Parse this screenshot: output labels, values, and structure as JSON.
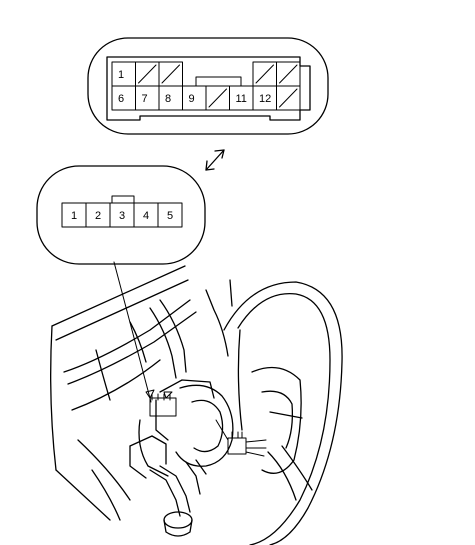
{
  "connector_12pin": {
    "top_row": [
      "1",
      "",
      "",
      "",
      "",
      "",
      "",
      ""
    ],
    "bottom_row": [
      "6",
      "7",
      "8",
      "9",
      "",
      "11",
      "12",
      ""
    ],
    "top_row_blanked": [
      false,
      true,
      true,
      false,
      false,
      false,
      true,
      true
    ],
    "bottom_row_blanked": [
      false,
      false,
      false,
      false,
      true,
      false,
      false,
      true
    ]
  },
  "connector_5pin": {
    "pins": [
      "1",
      "2",
      "3",
      "4",
      "5"
    ]
  },
  "icons": {
    "mating_arrow": "double-headed-arrow-icon"
  }
}
